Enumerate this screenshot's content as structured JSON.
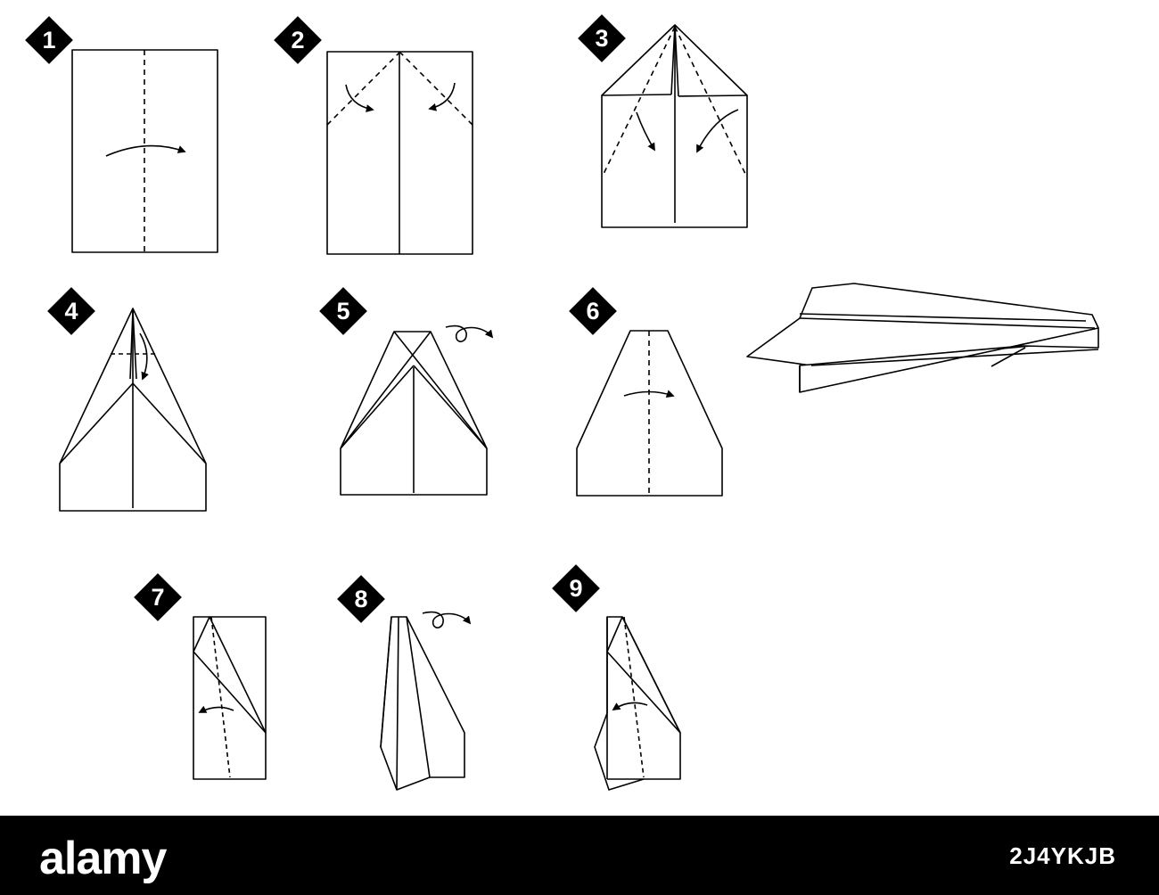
{
  "steps": [
    {
      "label": "1"
    },
    {
      "label": "2"
    },
    {
      "label": "3"
    },
    {
      "label": "4"
    },
    {
      "label": "5"
    },
    {
      "label": "6"
    },
    {
      "label": "7"
    },
    {
      "label": "8"
    },
    {
      "label": "9"
    }
  ],
  "footer": {
    "brand": "alamy",
    "image_id": "2J4YKJB"
  },
  "colors": {
    "background": "#ffffff",
    "line": "#000000",
    "badge": "#000000",
    "badge_text": "#ffffff",
    "footer_bar": "#000000"
  }
}
